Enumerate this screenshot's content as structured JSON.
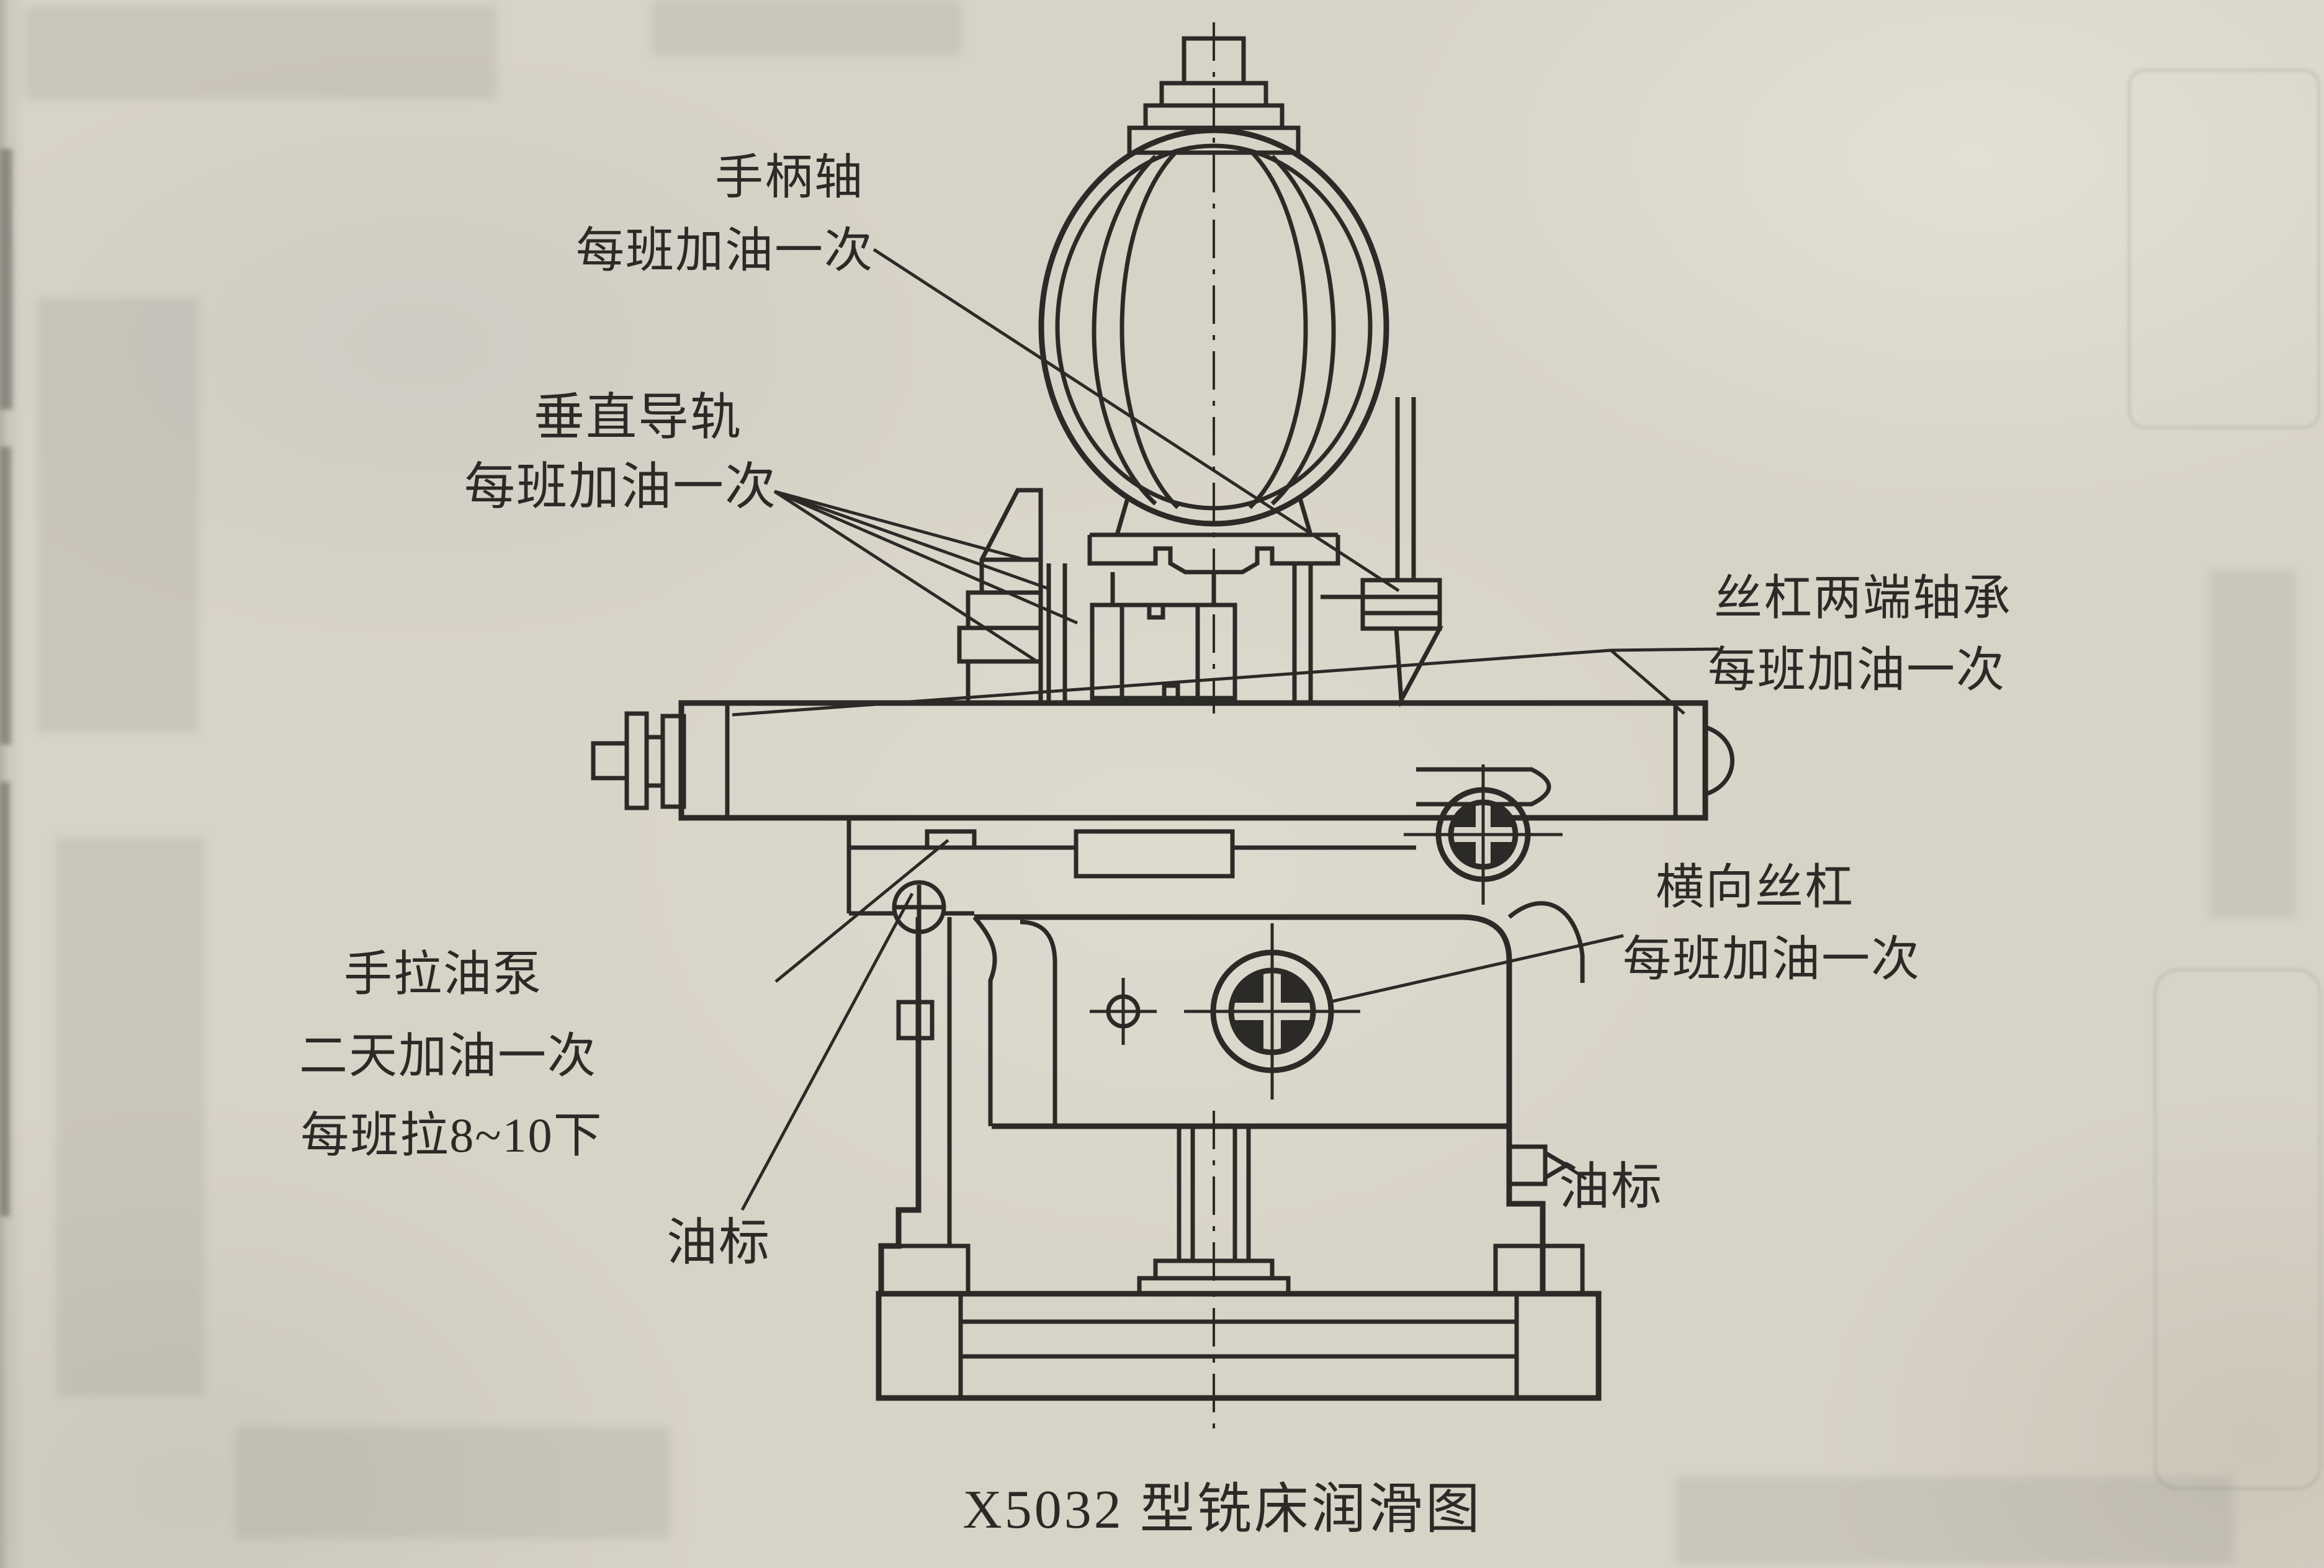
{
  "page": {
    "colors": {
      "ink": "#2b2a26",
      "paper": "#d8d3c7"
    },
    "caption": "X5032 型铣床润滑图"
  },
  "diagram": {
    "labels": {
      "handle_shaft": {
        "line1": "手柄轴",
        "line2": "每班加油一次"
      },
      "vertical_guideway": {
        "line1": "垂直导轨",
        "line2": "每班加油一次"
      },
      "leadscrew_bearings": {
        "line1": "丝杠两端轴承",
        "line2": "每班加油一次"
      },
      "cross_leadscrew": {
        "line1": "横向丝杠",
        "line2": "每班加油一次"
      },
      "hand_oil_pump": {
        "line1": "手拉油泵",
        "line2": "二天加油一次",
        "line3": "每班拉8~10下"
      },
      "oil_gauge_left": {
        "text": "油标"
      },
      "oil_gauge_right": {
        "text": "油标"
      }
    }
  }
}
